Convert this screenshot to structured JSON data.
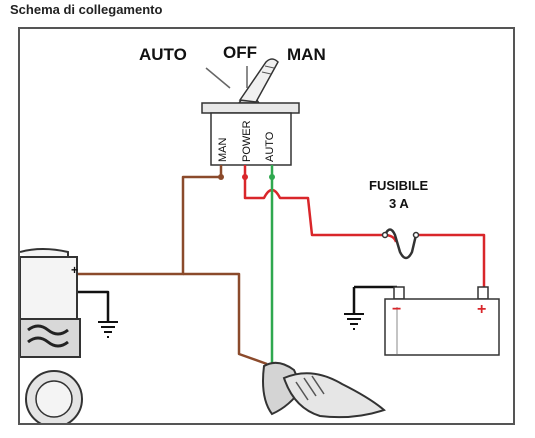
{
  "heading": "Schema di collegamento",
  "switch": {
    "positions": {
      "auto": "AUTO",
      "off": "OFF",
      "man": "MAN"
    },
    "terminals": {
      "man": "MAN",
      "power": "POWER",
      "auto": "AUTO"
    }
  },
  "fuse": {
    "label": "FUSIBILE",
    "rating": "3 A"
  },
  "pump": {
    "plus": "+"
  },
  "battery": {
    "minus": "−",
    "plus": "+"
  },
  "colors": {
    "positive": "#d9262a",
    "manual": "#8b4a2b",
    "auto": "#2fa84f",
    "ground": "#111111",
    "outline": "#333333",
    "frame": "#555555"
  }
}
